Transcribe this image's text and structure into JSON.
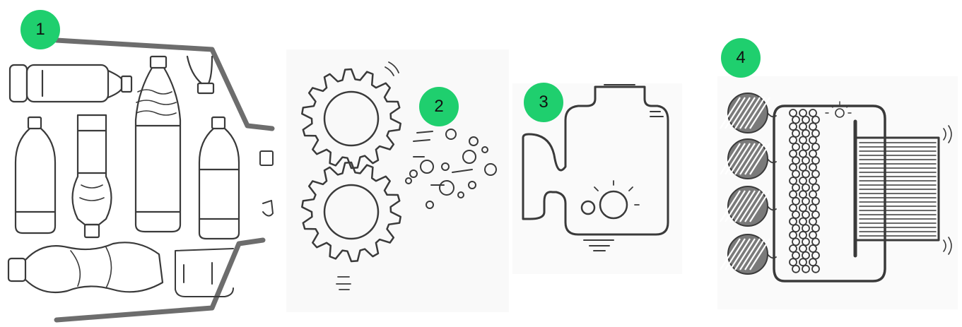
{
  "steps": [
    {
      "number": "1",
      "icon": "plastic-bottles-collection-icon"
    },
    {
      "number": "2",
      "icon": "shredding-gears-icon"
    },
    {
      "number": "3",
      "icon": "melting-machine-icon"
    },
    {
      "number": "4",
      "icon": "yarn-weaving-machine-icon"
    }
  ],
  "colors": {
    "badge": "#1fcf6e",
    "line": "#6d6d6d",
    "ink": "#3a3a3a"
  }
}
